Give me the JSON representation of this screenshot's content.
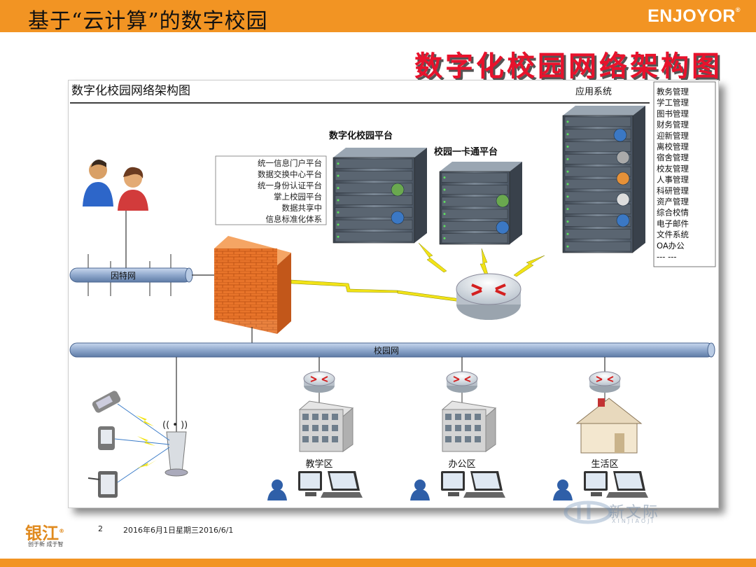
{
  "header": {
    "title": "基于“云计算”的数字校园",
    "brand": "ENJOYOR",
    "brand_mark": "®",
    "slide_title": "数字化校园网络架构图"
  },
  "diagram": {
    "panel_title": "数字化校园网络架构图",
    "app_system_label": "应用系统",
    "app_systems": [
      "教务管理",
      "学工管理",
      "图书管理",
      "财务管理",
      "迎新管理",
      "离校管理",
      "宿舍管理",
      "校友管理",
      "人事管理",
      "科研管理",
      "资产管理",
      "综合校情",
      "电子邮件",
      "文件系统",
      "OA办公",
      "--- ---"
    ],
    "platform_label": "数字化校园平台",
    "card_platform_label": "校园一卡通平台",
    "platform_components": [
      "统一信息门户平台",
      "数据交换中心平台",
      "统一身份认证平台",
      "掌上校园平台",
      "数据共享中",
      "信息标准化体系"
    ],
    "internet_label": "因特网",
    "campus_net_label": "校园网",
    "zones": [
      "教学区",
      "办公区",
      "生活区"
    ],
    "wireless_signal": "(( • ))"
  },
  "footer": {
    "logo": "银江",
    "logo_mark": "®",
    "tagline": "创于新 成于智",
    "page_number": "2",
    "date": "2016年6月1日星期三2016/6/1",
    "watermark": "新文际",
    "watermark_sub": "XINJIAOJI"
  },
  "colors": {
    "accent": "#f29423",
    "title_red": "#e8122c",
    "pipe": "#8fa8cc",
    "firewall": "#e8742a"
  }
}
